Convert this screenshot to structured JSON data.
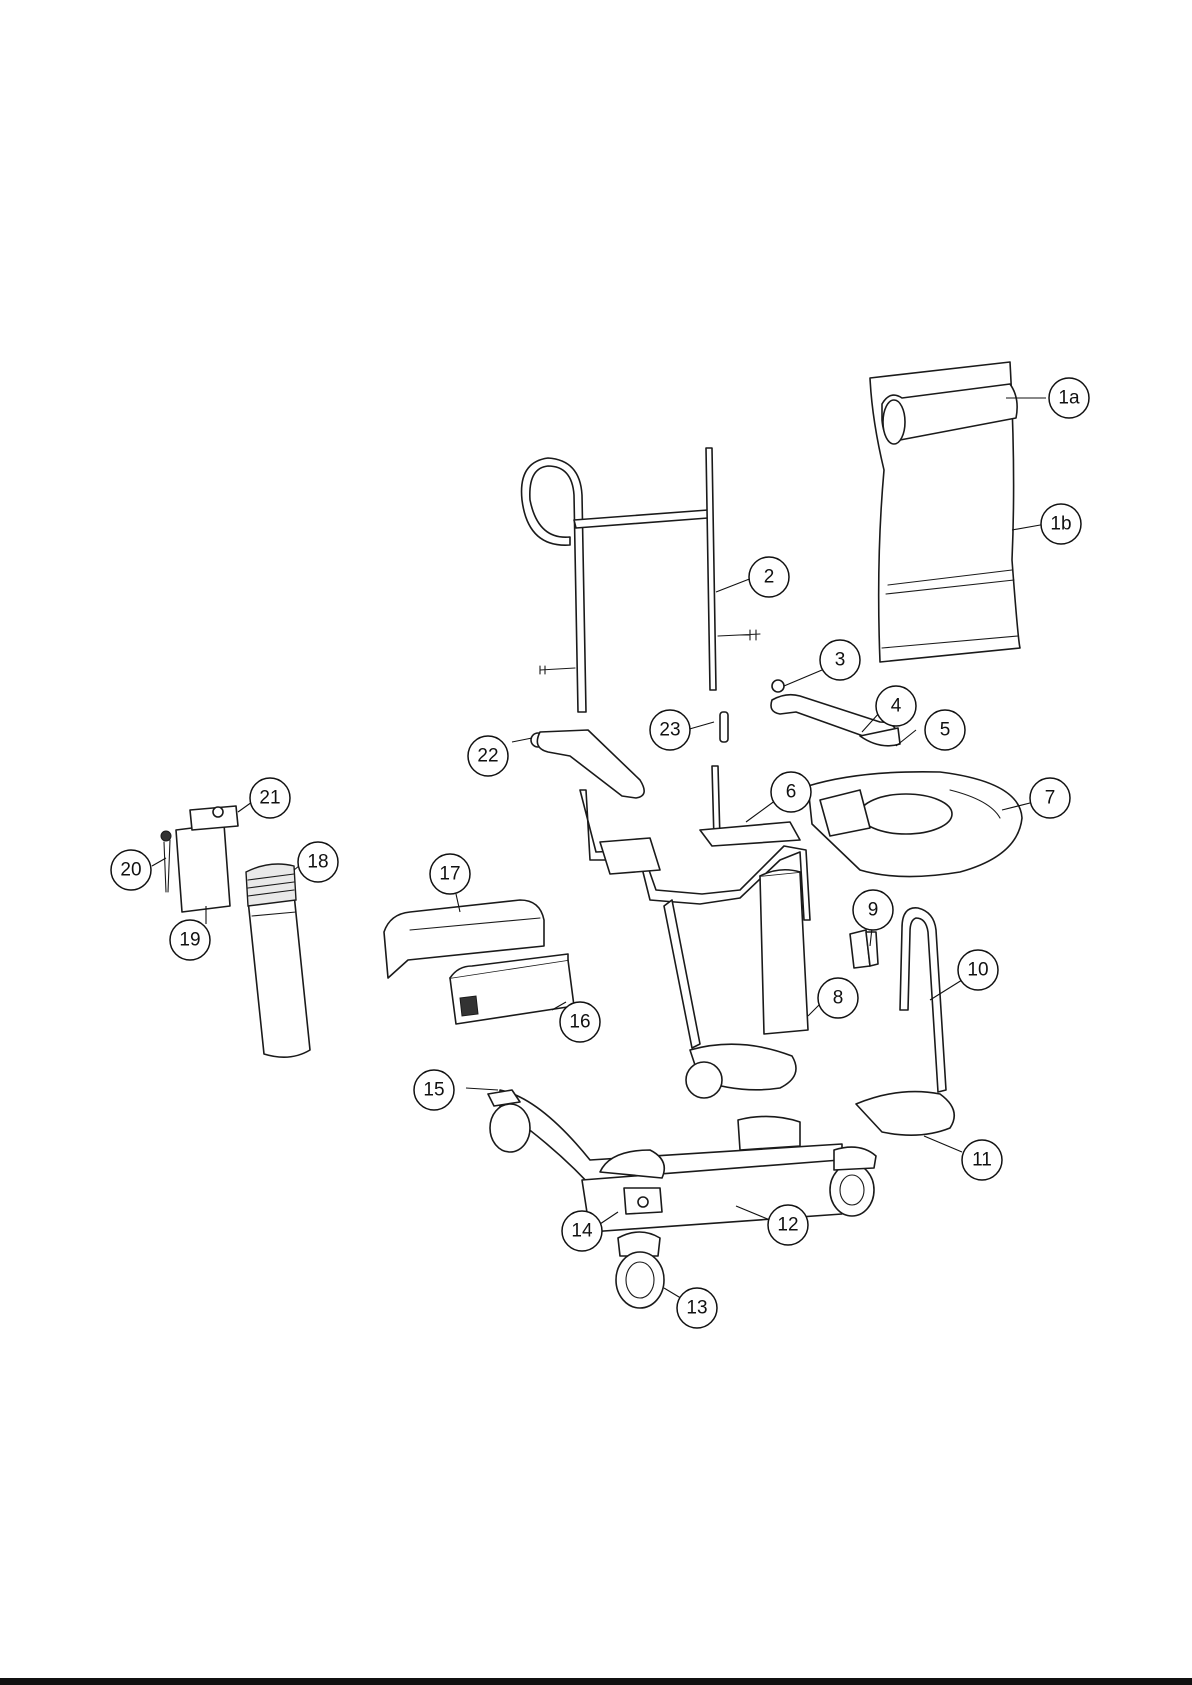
{
  "callouts": [
    {
      "label": "1a"
    },
    {
      "label": "1b"
    },
    {
      "label": "2"
    },
    {
      "label": "3"
    },
    {
      "label": "4"
    },
    {
      "label": "5"
    },
    {
      "label": "6"
    },
    {
      "label": "7"
    },
    {
      "label": "8"
    },
    {
      "label": "9"
    },
    {
      "label": "10"
    },
    {
      "label": "11"
    },
    {
      "label": "12"
    },
    {
      "label": "13"
    },
    {
      "label": "14"
    },
    {
      "label": "15"
    },
    {
      "label": "16"
    },
    {
      "label": "17"
    },
    {
      "label": "18"
    },
    {
      "label": "19"
    },
    {
      "label": "20"
    },
    {
      "label": "21"
    },
    {
      "label": "22"
    },
    {
      "label": "23"
    }
  ],
  "colors": {
    "line": "#1a1a1a",
    "background": "#ffffff"
  }
}
